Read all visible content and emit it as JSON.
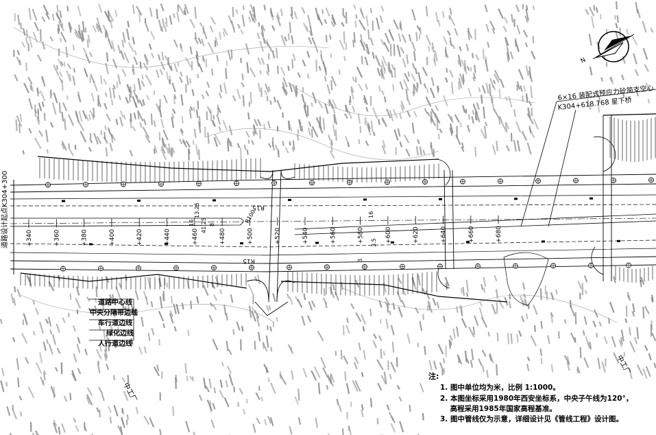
{
  "labels": {
    "bridge_desc": "6×16 装配式预应力砼简支空心",
    "bridge_station": "K304+618.768 星下桥",
    "start_point": "道路设计起点K304+300",
    "r15": "R15",
    "r10": "R100",
    "legend": [
      "道路中心线",
      "中央分隔带边线",
      "车行道边线",
      "绿化边线",
      "人行道边线"
    ],
    "place_left": "中工厂",
    "place_right": "中工厂"
  },
  "stations": [
    "+340",
    "+360",
    "+380",
    "+400",
    "+420",
    "+440",
    "+460",
    "+480",
    "+500",
    "+520",
    "+540",
    "+560",
    "+580",
    "+600",
    "+620",
    "+640",
    "+660",
    "+680"
  ],
  "dims": [
    "41.25",
    "13.25",
    "16",
    "8",
    "16",
    "3.5",
    "3"
  ],
  "notes": {
    "heading": "注:",
    "items": [
      "1. 图中单位均为米，比例 1:1000。",
      "2. 本图坐标采用1980年西安坐标系，中央子午线为120°，",
      "    高程采用1985年国家高程基准。",
      "3. 图中管线仅为示意，详细设计见《管线工程》设计图。"
    ]
  },
  "colors": {
    "ink": "#000000",
    "terrain": "#8a8a8a"
  }
}
